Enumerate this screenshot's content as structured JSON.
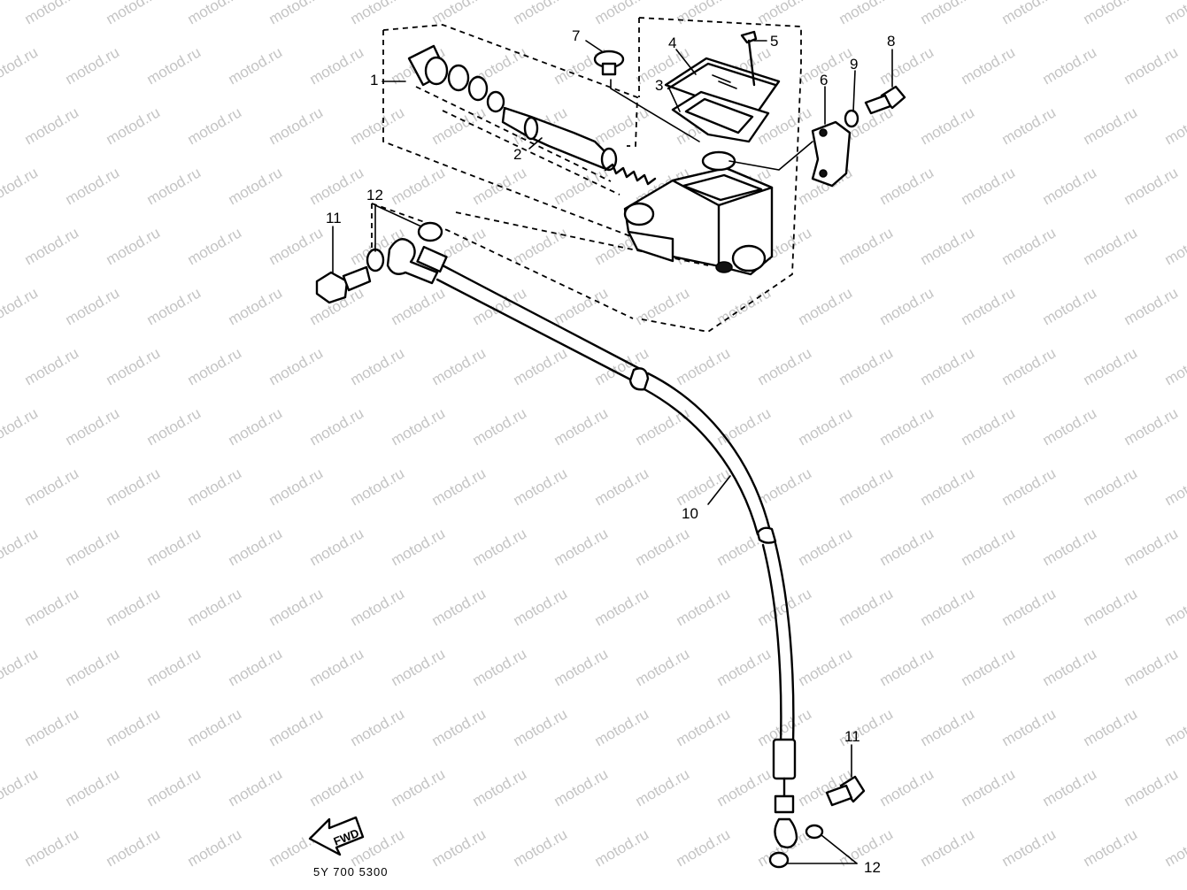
{
  "watermark": {
    "text": "motod.ru"
  },
  "callouts": [
    {
      "id": "c1",
      "label": "1"
    },
    {
      "id": "c2",
      "label": "2"
    },
    {
      "id": "c3",
      "label": "3"
    },
    {
      "id": "c4",
      "label": "4"
    },
    {
      "id": "c5",
      "label": "5"
    },
    {
      "id": "c6",
      "label": "6"
    },
    {
      "id": "c7",
      "label": "7"
    },
    {
      "id": "c8",
      "label": "8"
    },
    {
      "id": "c9",
      "label": "9"
    },
    {
      "id": "c10",
      "label": "10"
    },
    {
      "id": "c11a",
      "label": "11"
    },
    {
      "id": "c11b",
      "label": "11"
    },
    {
      "id": "c12a",
      "label": "12"
    },
    {
      "id": "c12b",
      "label": "12"
    }
  ],
  "fwd_label": "FWD",
  "figure_code": "5Y 700 5300"
}
